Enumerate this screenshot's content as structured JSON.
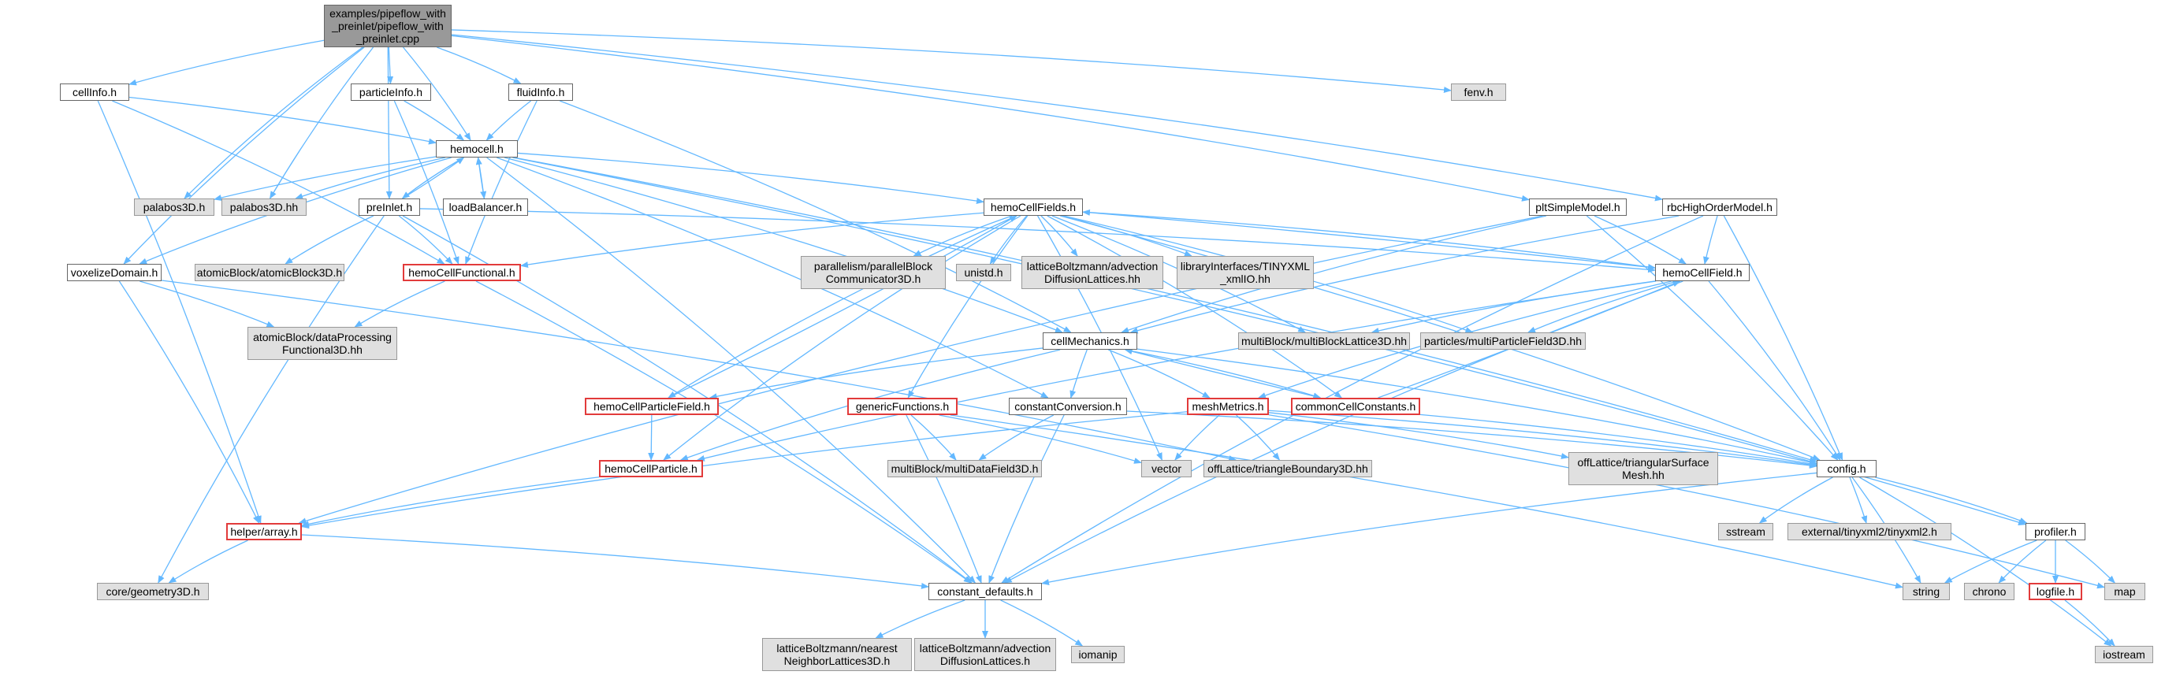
{
  "nodes": {
    "root": "examples/pipeflow_with\n_preinlet/pipeflow_with\n_preinlet.cpp",
    "cellInfo": "cellInfo.h",
    "particleInfo": "particleInfo.h",
    "fluidInfo": "fluidInfo.h",
    "fenv": "fenv.h",
    "hemocell": "hemocell.h",
    "palabos3Dh": "palabos3D.h",
    "palabos3Dhh": "palabos3D.hh",
    "preInlet": "preInlet.h",
    "loadBalancer": "loadBalancer.h",
    "hemoCellFields": "hemoCellFields.h",
    "pltSimpleModel": "pltSimpleModel.h",
    "rbcHighOrderModel": "rbcHighOrderModel.h",
    "voxelizeDomain": "voxelizeDomain.h",
    "atomicBlock3D": "atomicBlock/atomicBlock3D.h",
    "hemoCellFunctional": "hemoCellFunctional.h",
    "parallelBlock": "parallelism/parallelBlock\nCommunicator3D.h",
    "unistd": "unistd.h",
    "latticeAdvection1": "latticeBoltzmann/advection\nDiffusionLattices.hh",
    "tinyxmlIO": "libraryInterfaces/TINYXML\n_xmlIO.hh",
    "hemoCellField": "hemoCellField.h",
    "dataProcessing": "atomicBlock/dataProcessing\nFunctional3D.hh",
    "cellMechanics": "cellMechanics.h",
    "multiBlockLattice": "multiBlock/multiBlockLattice3D.hh",
    "multiParticleField": "particles/multiParticleField3D.hh",
    "hemoCellParticleField": "hemoCellParticleField.h",
    "genericFunctions": "genericFunctions.h",
    "constantConversion": "constantConversion.h",
    "meshMetrics": "meshMetrics.h",
    "commonCellConstants": "commonCellConstants.h",
    "hemoCellParticle": "hemoCellParticle.h",
    "multiDataField": "multiBlock/multiDataField3D.h",
    "vector": "vector",
    "triangleBoundary": "offLattice/triangleBoundary3D.hh",
    "triangularSurfaceMesh": "offLattice/triangularSurface\nMesh.hh",
    "config": "config.h",
    "helperArray": "helper/array.h",
    "sstream": "sstream",
    "tinyxml2": "external/tinyxml2/tinyxml2.h",
    "profiler": "profiler.h",
    "coreGeometry": "core/geometry3D.h",
    "constantDefaults": "constant_defaults.h",
    "string": "string",
    "chrono": "chrono",
    "logfile": "logfile.h",
    "map": "map",
    "nearestNeighbor": "latticeBoltzmann/nearest\nNeighborLattices3D.h",
    "latticeAdvection2": "latticeBoltzmann/advection\nDiffusionLattices.h",
    "iomanip": "iomanip",
    "iostream": "iostream"
  },
  "edges": [
    [
      "root",
      "cellInfo"
    ],
    [
      "root",
      "particleInfo"
    ],
    [
      "root",
      "fluidInfo"
    ],
    [
      "root",
      "fenv"
    ],
    [
      "root",
      "hemocell"
    ],
    [
      "root",
      "palabos3Dh"
    ],
    [
      "root",
      "palabos3Dhh"
    ],
    [
      "root",
      "preInlet"
    ],
    [
      "root",
      "voxelizeDomain"
    ],
    [
      "root",
      "pltSimpleModel"
    ],
    [
      "root",
      "rbcHighOrderModel"
    ],
    [
      "cellInfo",
      "hemocell"
    ],
    [
      "cellInfo",
      "hemoCellFunctional"
    ],
    [
      "cellInfo",
      "helperArray"
    ],
    [
      "particleInfo",
      "hemocell"
    ],
    [
      "particleInfo",
      "hemoCellFunctional"
    ],
    [
      "fluidInfo",
      "hemocell"
    ],
    [
      "fluidInfo",
      "hemoCellFunctional"
    ],
    [
      "fluidInfo",
      "cellMechanics"
    ],
    [
      "hemocell",
      "palabos3Dh"
    ],
    [
      "hemocell",
      "palabos3Dhh"
    ],
    [
      "hemocell",
      "preInlet"
    ],
    [
      "hemocell",
      "loadBalancer"
    ],
    [
      "hemocell",
      "hemoCellFields"
    ],
    [
      "hemocell",
      "voxelizeDomain"
    ],
    [
      "hemocell",
      "cellMechanics"
    ],
    [
      "hemocell",
      "constantConversion"
    ],
    [
      "hemocell",
      "constantDefaults"
    ],
    [
      "hemocell",
      "config"
    ],
    [
      "hemocell",
      "profiler"
    ],
    [
      "preInlet",
      "hemocell"
    ],
    [
      "preInlet",
      "atomicBlock3D"
    ],
    [
      "preInlet",
      "hemoCellFunctional"
    ],
    [
      "preInlet",
      "constantDefaults"
    ],
    [
      "preInlet",
      "coreGeometry"
    ],
    [
      "preInlet",
      "hemoCellField"
    ],
    [
      "loadBalancer",
      "hemocell"
    ],
    [
      "hemoCellFields",
      "parallelBlock"
    ],
    [
      "hemoCellFields",
      "unistd"
    ],
    [
      "hemoCellFields",
      "latticeAdvection1"
    ],
    [
      "hemoCellFields",
      "tinyxmlIO"
    ],
    [
      "hemoCellFields",
      "hemoCellField"
    ],
    [
      "hemoCellFields",
      "hemoCellFunctional"
    ],
    [
      "hemoCellFields",
      "hemoCellParticleField"
    ],
    [
      "hemoCellFields",
      "genericFunctions"
    ],
    [
      "hemoCellFields",
      "hemoCellParticle"
    ],
    [
      "hemoCellFields",
      "vector"
    ],
    [
      "hemoCellFields",
      "multiBlockLattice"
    ],
    [
      "hemoCellFields",
      "multiParticleField"
    ],
    [
      "hemoCellFields",
      "config"
    ],
    [
      "hemoCellFields",
      "commonCellConstants"
    ],
    [
      "pltSimpleModel",
      "hemoCellField"
    ],
    [
      "pltSimpleModel",
      "cellMechanics"
    ],
    [
      "pltSimpleModel",
      "config"
    ],
    [
      "pltSimpleModel",
      "helperArray"
    ],
    [
      "rbcHighOrderModel",
      "hemoCellField"
    ],
    [
      "rbcHighOrderModel",
      "cellMechanics"
    ],
    [
      "rbcHighOrderModel",
      "config"
    ],
    [
      "rbcHighOrderModel",
      "constantDefaults"
    ],
    [
      "voxelizeDomain",
      "dataProcessing"
    ],
    [
      "voxelizeDomain",
      "helperArray"
    ],
    [
      "voxelizeDomain",
      "triangleBoundary"
    ],
    [
      "hemoCellFunctional",
      "dataProcessing"
    ],
    [
      "hemoCellFunctional",
      "constantDefaults"
    ],
    [
      "hemoCellField",
      "hemoCellFields"
    ],
    [
      "hemoCellField",
      "multiBlockLattice"
    ],
    [
      "hemoCellField",
      "multiParticleField"
    ],
    [
      "hemoCellField",
      "meshMetrics"
    ],
    [
      "hemoCellField",
      "hemoCellParticle"
    ],
    [
      "hemoCellField",
      "config"
    ],
    [
      "hemoCellField",
      "constantDefaults"
    ],
    [
      "cellMechanics",
      "hemoCellParticleField"
    ],
    [
      "cellMechanics",
      "constantConversion"
    ],
    [
      "cellMechanics",
      "meshMetrics"
    ],
    [
      "cellMechanics",
      "commonCellConstants"
    ],
    [
      "cellMechanics",
      "hemoCellParticle"
    ],
    [
      "cellMechanics",
      "config"
    ],
    [
      "hemoCellParticleField",
      "hemoCellParticle"
    ],
    [
      "hemoCellParticleField",
      "hemoCellFields"
    ],
    [
      "genericFunctions",
      "multiDataField"
    ],
    [
      "genericFunctions",
      "vector"
    ],
    [
      "genericFunctions",
      "constantDefaults"
    ],
    [
      "genericFunctions",
      "string"
    ],
    [
      "constantConversion",
      "multiDataField"
    ],
    [
      "constantConversion",
      "config"
    ],
    [
      "constantConversion",
      "constantDefaults"
    ],
    [
      "meshMetrics",
      "vector"
    ],
    [
      "meshMetrics",
      "triangleBoundary"
    ],
    [
      "meshMetrics",
      "triangularSurfaceMesh"
    ],
    [
      "meshMetrics",
      "config"
    ],
    [
      "meshMetrics",
      "helperArray"
    ],
    [
      "meshMetrics",
      "map"
    ],
    [
      "commonCellConstants",
      "config"
    ],
    [
      "commonCellConstants",
      "cellMechanics"
    ],
    [
      "commonCellConstants",
      "hemoCellField"
    ],
    [
      "hemoCellParticle",
      "helperArray"
    ],
    [
      "config",
      "sstream"
    ],
    [
      "config",
      "tinyxml2"
    ],
    [
      "config",
      "profiler"
    ],
    [
      "config",
      "constantDefaults"
    ],
    [
      "config",
      "string"
    ],
    [
      "config",
      "iostream"
    ],
    [
      "helperArray",
      "coreGeometry"
    ],
    [
      "helperArray",
      "constantDefaults"
    ],
    [
      "profiler",
      "string"
    ],
    [
      "profiler",
      "chrono"
    ],
    [
      "profiler",
      "logfile"
    ],
    [
      "profiler",
      "map"
    ],
    [
      "logfile",
      "iostream"
    ],
    [
      "constantDefaults",
      "nearestNeighbor"
    ],
    [
      "constantDefaults",
      "latticeAdvection2"
    ],
    [
      "constantDefaults",
      "iomanip"
    ]
  ],
  "colors": {
    "edge": "#63b8ff",
    "red_border": "#e23b3b",
    "gray_fill": "#e0e0e0",
    "root_fill": "#999999"
  }
}
